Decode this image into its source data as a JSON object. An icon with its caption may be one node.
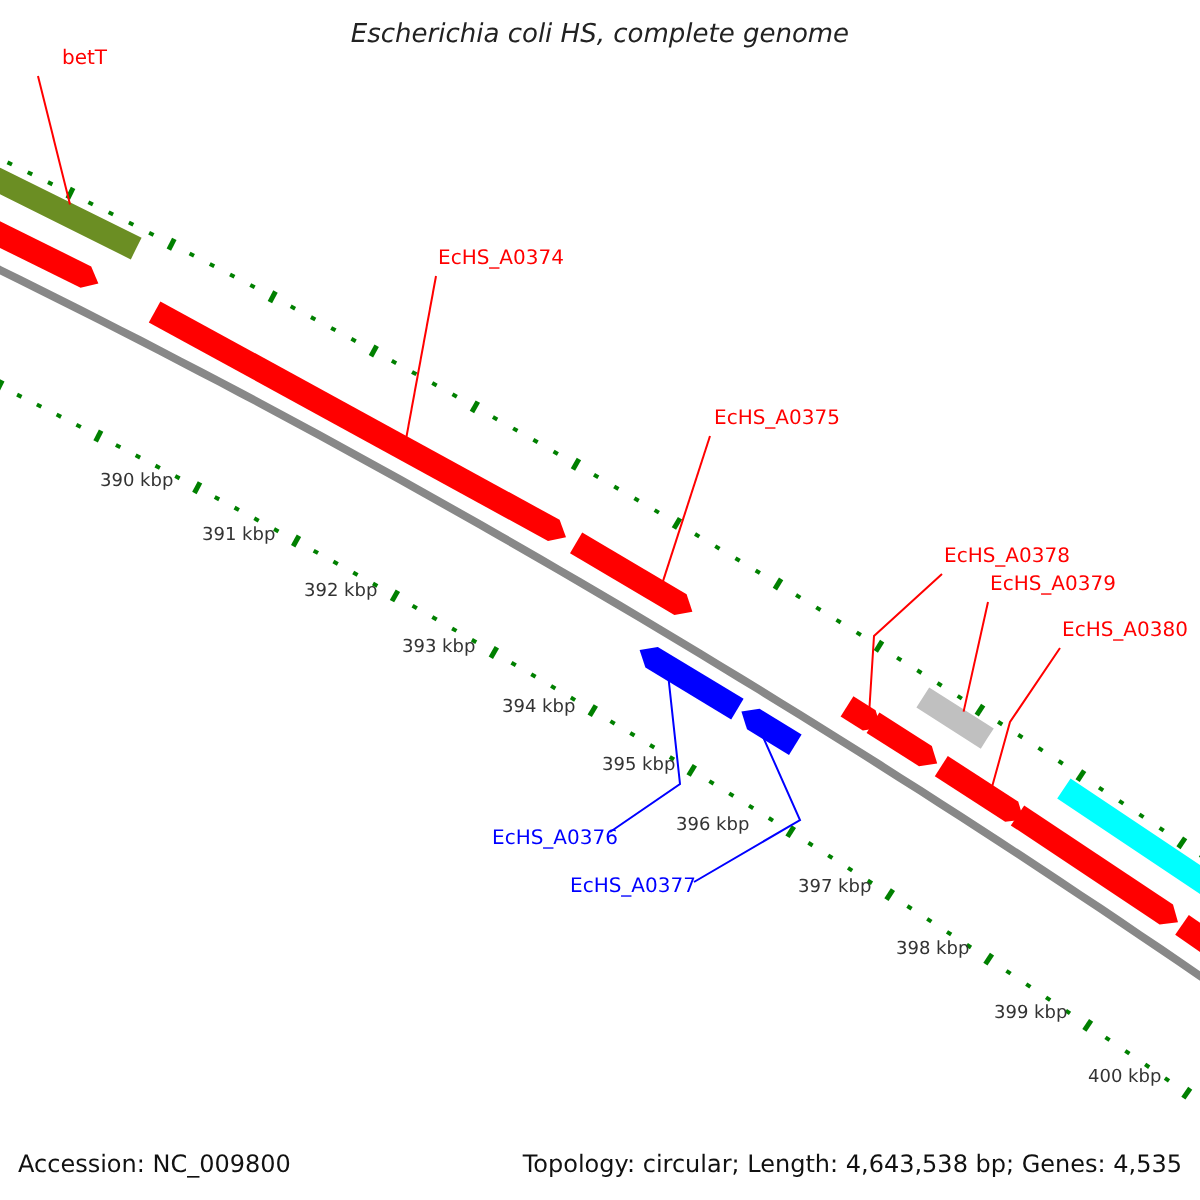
{
  "diagram": {
    "title": "Escherichia coli HS, complete genome",
    "nodes": [
      {
        "text": [
          "betT"
        ]
      },
      {
        "text": [],
        "shape": "bar"
      },
      {
        "text": [],
        "shape": "arrow"
      },
      {
        "text": [
          "EcHS_A0374"
        ]
      },
      {
        "text": [],
        "shape": "arrow"
      },
      {
        "text": [
          "EcHS_A0375"
        ]
      },
      {
        "text": [],
        "shape": "arrow"
      },
      {
        "text": [
          "EcHS_A0376"
        ]
      },
      {
        "text": [],
        "shape": "arrow"
      },
      {
        "text": [
          "EcHS_A0377"
        ]
      },
      {
        "text": [],
        "shape": "arrow"
      },
      {
        "text": [
          "EcHS_A0378"
        ]
      },
      {
        "text": [],
        "shape": "arrow"
      },
      {
        "text": [],
        "shape": "arrow"
      },
      {
        "text": [
          "EcHS_A0379"
        ]
      },
      {
        "text": [],
        "shape": "bar"
      },
      {
        "text": [
          "EcHS_A0380"
        ]
      },
      {
        "text": [],
        "shape": "arrow"
      },
      {
        "text": [],
        "shape": "arrow"
      },
      {
        "text": [],
        "shape": "bar"
      },
      {
        "text": [],
        "shape": "arrow"
      }
    ],
    "edges": [
      {
        "from": 0,
        "to": 1,
        "arrow": "none"
      },
      {
        "from": 3,
        "to": 4,
        "arrow": "none"
      },
      {
        "from": 5,
        "to": 6,
        "arrow": "none"
      },
      {
        "from": 7,
        "to": 8,
        "arrow": "none",
        "color": "#0000ff"
      },
      {
        "from": 9,
        "to": 10,
        "arrow": "none",
        "color": "#0000ff"
      },
      {
        "from": 11,
        "to": 12,
        "arrow": "none"
      },
      {
        "from": 14,
        "to": 15,
        "arrow": "none"
      },
      {
        "from": 16,
        "to": 17,
        "arrow": "none"
      }
    ],
    "labels": [
      "390 kbp",
      "391 kbp",
      "392 kbp",
      "393 kbp",
      "394 kbp",
      "395 kbp",
      "396 kbp",
      "397 kbp",
      "398 kbp",
      "399 kbp",
      "400 kbp",
      "Accession: NC_009800",
      "Topology: circular; Length: 4,643,538 bp; Genes: 4,535"
    ]
  }
}
